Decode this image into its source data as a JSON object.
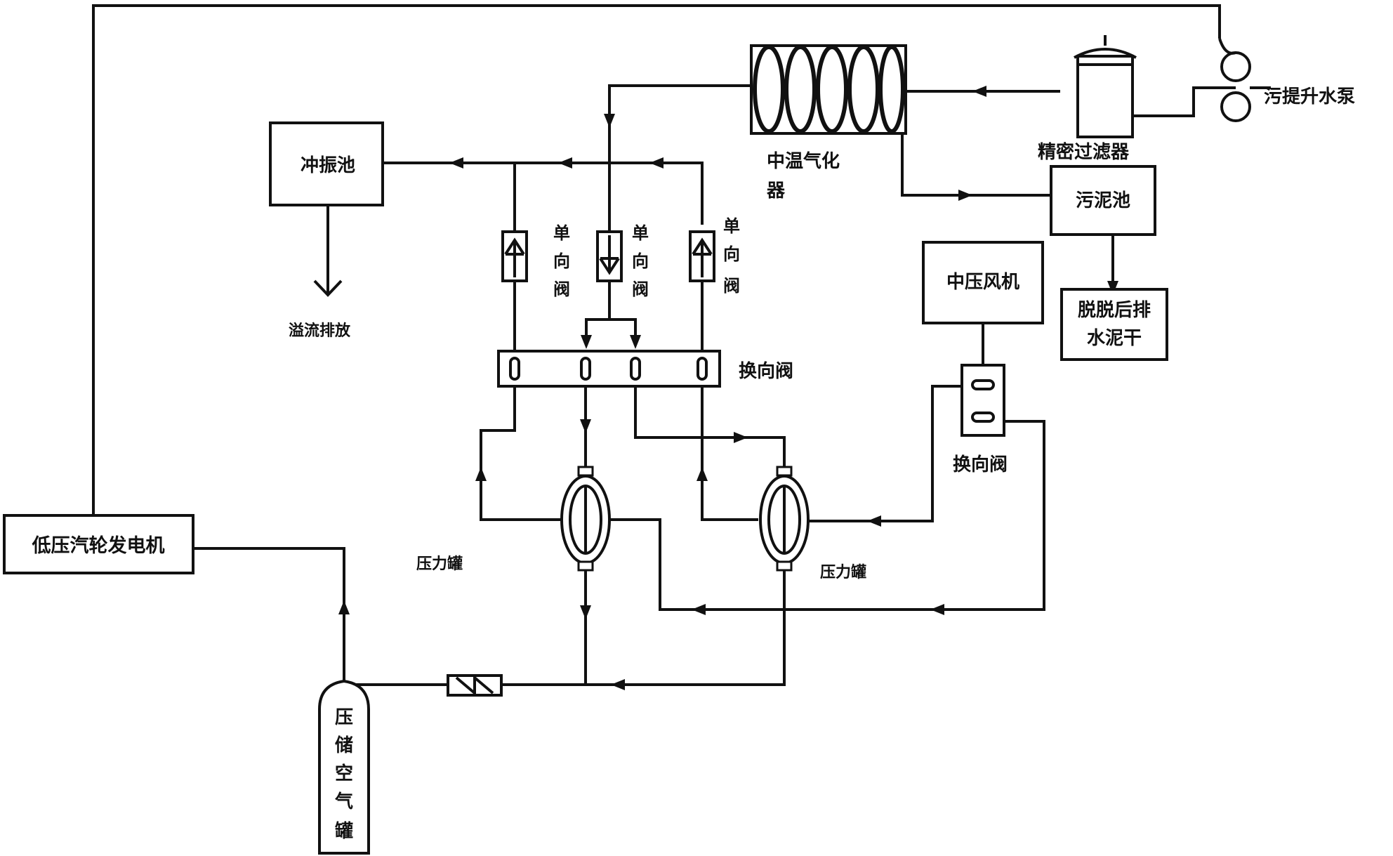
{
  "labels": {
    "generator": "低压汽轮发电机",
    "buffer_tank": "冲振池",
    "discharge": "溢流排放",
    "check_valve_chars": [
      "单",
      "向",
      "阀"
    ],
    "vaporizer_line1": "中温气化",
    "vaporizer_line2": "器",
    "filter": "精密过滤器",
    "pump": "污提升水泵",
    "sewage_pool": "污泥池",
    "dehydrate_line1": "脱脱后排",
    "dehydrate_line2": "水泥干",
    "fan": "中压风机",
    "reversing_valve_main": "换向阀",
    "reversing_valve_right": "换向阀",
    "pressure_tank_left": "压力罐",
    "pressure_tank_right": "压力罐",
    "storage_chars": [
      "压",
      "储",
      "空",
      "气",
      "罐"
    ]
  }
}
